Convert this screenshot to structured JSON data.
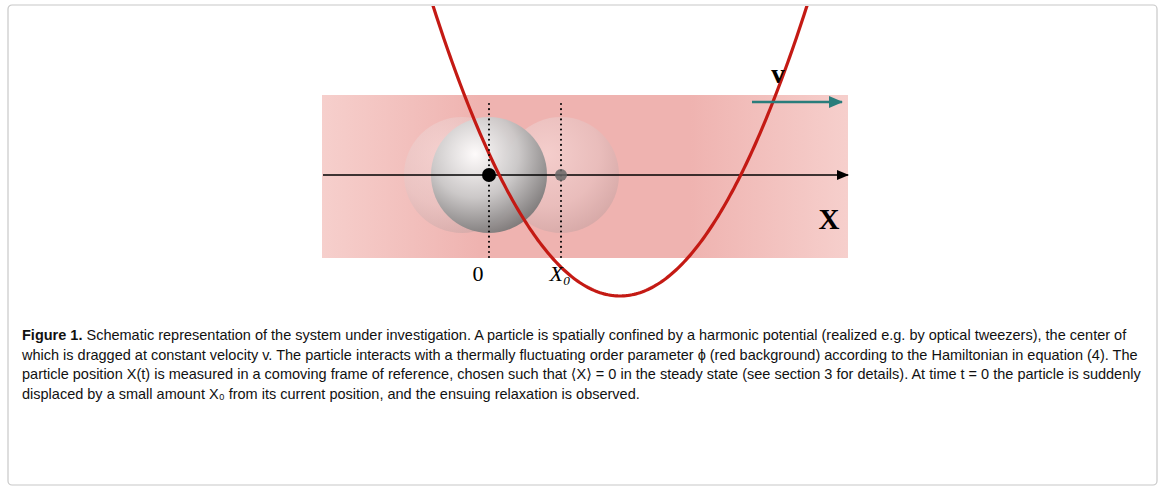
{
  "diagram": {
    "caption": "Figure 1. Schematic representation of the system under investigation. A particle is spatially confined by a harmonic potential (realized e.g. by optical tweezers), the center of which is dragged at constant velocity v. The particle interacts with a thermally fluctuating order parameter ϕ (red background) according to the Hamiltonian in equation (4). The particle position X(t) is measured in a comoving frame of reference, chosen such that ⟨X⟩ = 0 in the steady state (see section 3 for details). At time t = 0 the particle is suddenly displaced by a small amount X₀ from its current position, and the ensuing relaxation is observed.",
    "labels": [
      "v",
      "X",
      "0",
      "X₀"
    ]
  }
}
